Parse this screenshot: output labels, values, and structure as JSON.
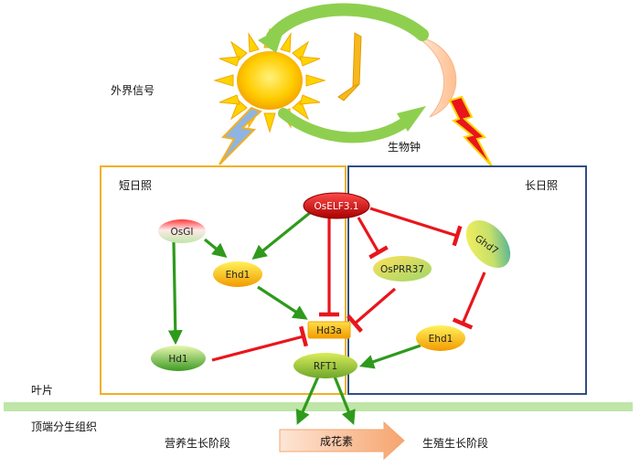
{
  "labels": {
    "external_signal": "外界信号",
    "biological_clock": "生物钟",
    "short_day": "短日照",
    "long_day": "长日照",
    "leaf": "叶片",
    "shoot_apical_meristem": "顶端分生组织",
    "vegetative_phase": "营养生长阶段",
    "reproductive_phase": "生殖生长阶段",
    "florigen": "成花素"
  },
  "genes": {
    "oself3": "OsELF3.1",
    "osgi": "OsGI",
    "ehd1_sd": "Ehd1",
    "osprr37": "OsPRR37",
    "ghd7": "Ghd7",
    "hd3a": "Hd3a",
    "hd1": "Hd1",
    "rft1": "RFT1",
    "ehd1_ld": "Ehd1"
  },
  "colors": {
    "activation": "#2e9a1c",
    "repression": "#e8161c",
    "short_day_border": "#f2b01e",
    "long_day_border": "#2f4f86",
    "cycle_arrow": "#8fcf4f",
    "tissue_band": "#bfe6a8",
    "sun": "#ffd400",
    "moon": "#ffd9b8",
    "lightning_blue": "#8fb4e3",
    "lightning_red": "#e8161c"
  },
  "icons": {
    "sun": "sun-icon",
    "clock_hands": "clock-hands-icon",
    "moon": "crescent-moon-icon",
    "lightning_sd": "lightning-bolt-icon",
    "lightning_ld": "lightning-bolt-icon"
  }
}
